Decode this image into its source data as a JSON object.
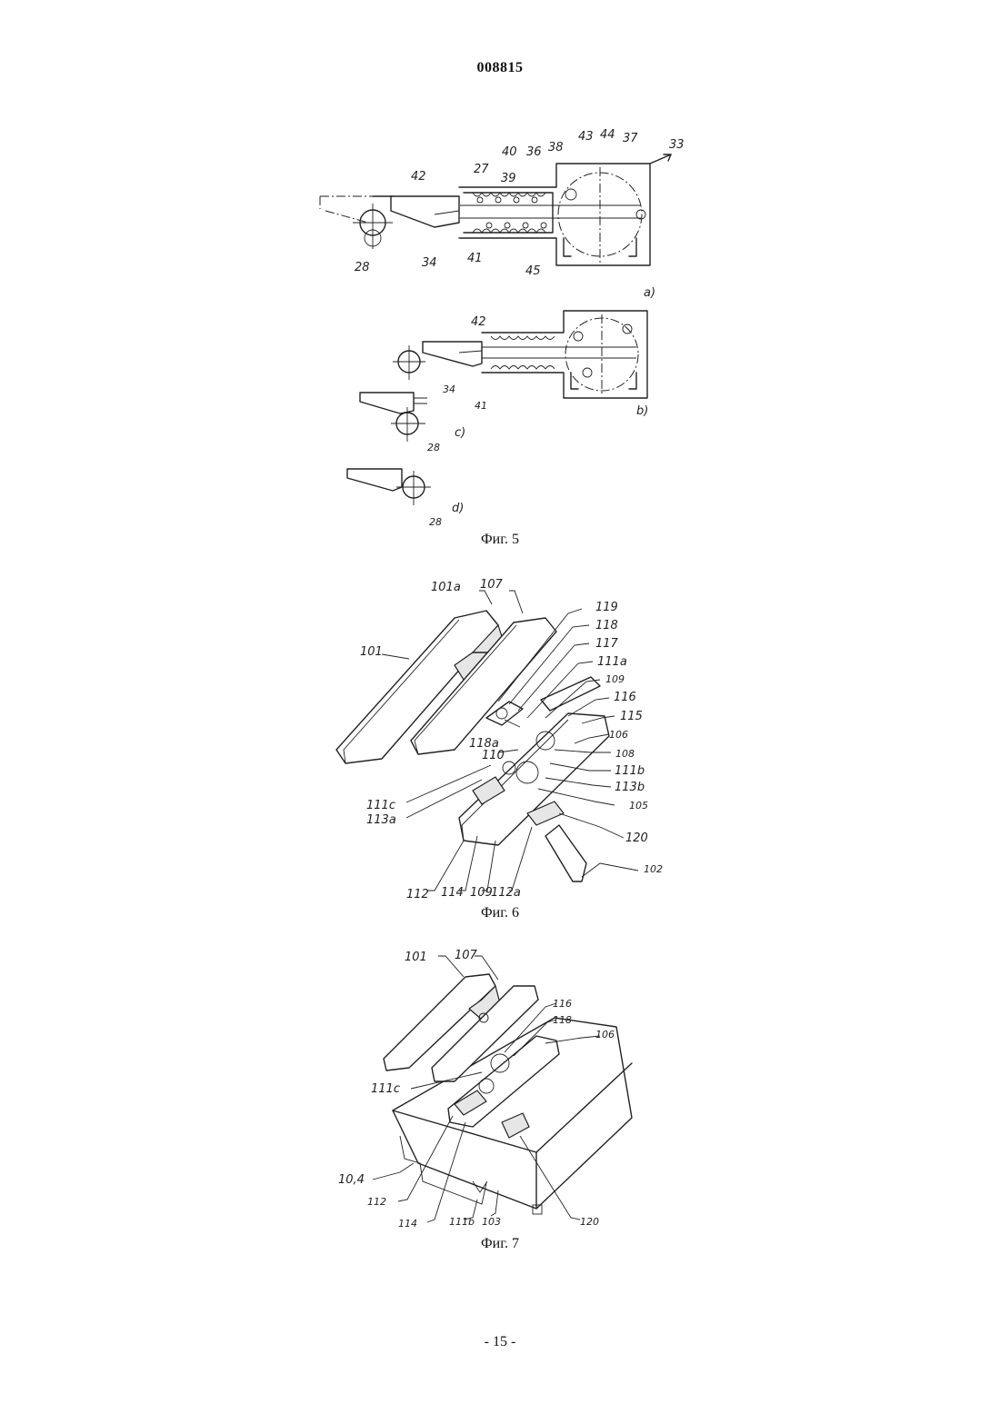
{
  "header": {
    "doc_number": "008815"
  },
  "figure5": {
    "caption": "Фиг. 5",
    "labels": {
      "l33": "33",
      "l37": "37",
      "l44": "44",
      "l43": "43",
      "l38": "38",
      "l36": "36",
      "l40": "40",
      "l27": "27",
      "l39": "39",
      "l42": "42",
      "l28": "28",
      "l34": "34",
      "l41": "41",
      "l45": "45",
      "la": "a)",
      "lb42": "42",
      "lb34": "34",
      "lb41": "41",
      "lb": "b)",
      "lc": "c)",
      "lc28": "28",
      "ld": "d)",
      "ld28": "28"
    }
  },
  "figure6": {
    "caption": "Фиг. 6",
    "labels": {
      "l101a": "101a",
      "l107": "107",
      "l119": "119",
      "l118": "118",
      "l117": "117",
      "l111a": "111a",
      "l109t": "109",
      "l116": "116",
      "l115": "115",
      "l101": "101",
      "l106": "106",
      "l108": "108",
      "l118a": "118a",
      "l110": "110",
      "l111b": "111b",
      "l113b": "113b",
      "l111c": "111c",
      "l105": "105",
      "l113a": "113a",
      "l120": "120",
      "l102": "102",
      "l112": "112",
      "l114": "114",
      "l109b": "109",
      "l112a": "112a"
    }
  },
  "figure7": {
    "caption": "Фиг. 7",
    "labels": {
      "l101": "101",
      "l107": "107",
      "l116": "116",
      "l118": "118",
      "l106": "106",
      "l111c": "111c",
      "l104": "10,4",
      "l112": "112",
      "l114": "114",
      "l111b": "111b",
      "l103": "103",
      "l120": "120"
    }
  },
  "footer": {
    "page": "- 15 -"
  }
}
